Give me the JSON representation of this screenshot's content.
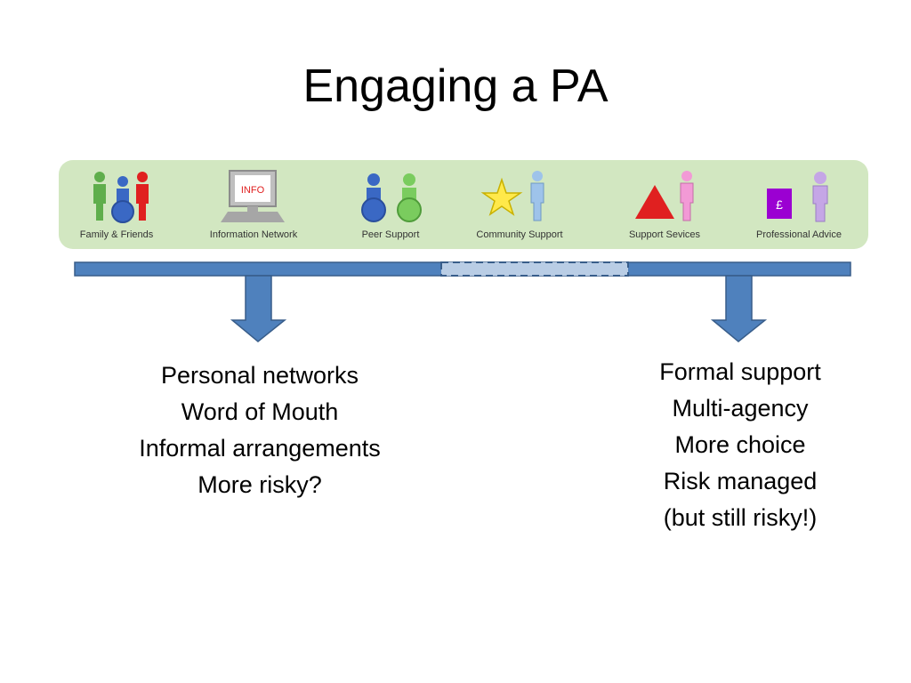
{
  "slide": {
    "title": "Engaging a PA"
  },
  "banner": {
    "items": [
      {
        "label": "Family & Friends",
        "icon": "family-people-icon"
      },
      {
        "label": "Information Network",
        "icon": "info-computer-icon",
        "screen_text": "INFO"
      },
      {
        "label": "Peer Support",
        "icon": "peer-people-icon"
      },
      {
        "label": "Community Support",
        "icon": "star-person-icon"
      },
      {
        "label": "Support Sevices",
        "icon": "triangle-person-icon"
      },
      {
        "label": "Professional Advice",
        "icon": "pound-person-icon",
        "badge_text": "£"
      }
    ]
  },
  "left": {
    "lines": [
      "Personal networks",
      "Word of Mouth",
      "Informal arrangements",
      "More risky?"
    ]
  },
  "right": {
    "lines": [
      "Formal support",
      "Multi-agency",
      "More choice",
      "Risk managed",
      "(but still risky!)"
    ]
  },
  "colors": {
    "banner_bg": "#d2e7c1",
    "bar": "#4f81bd",
    "bar_dashed": "#b9cde5",
    "green": "#5fae4c",
    "blue": "#3a68c4",
    "red": "#e02020",
    "light_blue": "#9ec3ea",
    "star": "#ffe94a",
    "pink": "#f29ad6",
    "purple": "#9b00d2",
    "lilac": "#c5a6e6"
  }
}
